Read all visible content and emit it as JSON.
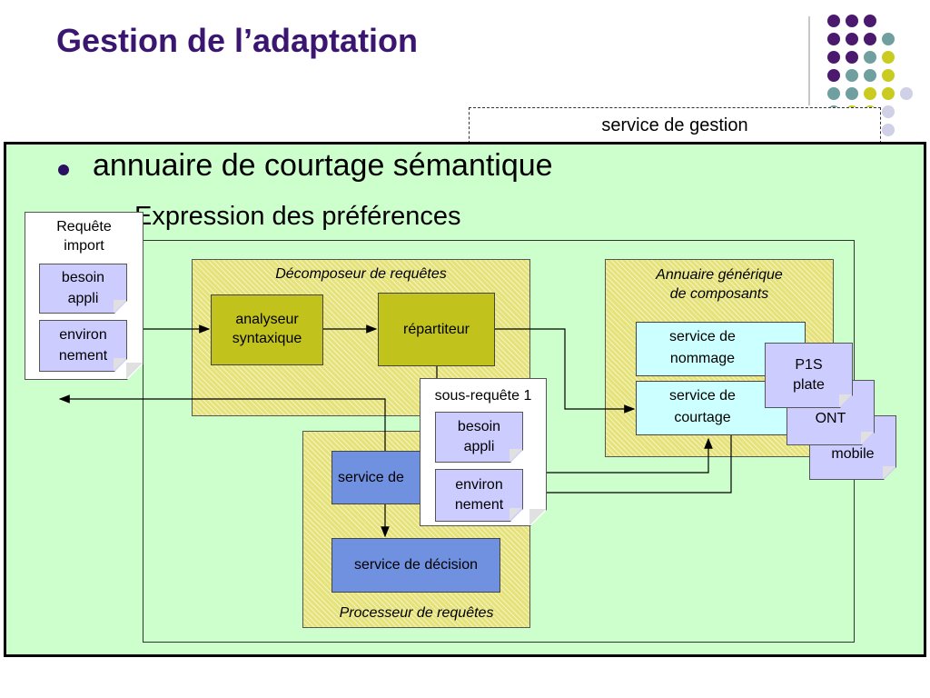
{
  "slide": {
    "title": "Gestion de l’adaptation",
    "service_gestion": "service de gestion",
    "bullet": "annuaire de courtage sémantique",
    "sub_bullet": "Expression des préférences"
  },
  "request_import": {
    "title_line1": "Requête",
    "title_line2": "import",
    "besoin_line1": "besoin",
    "besoin_line2": "appli",
    "env_line1": "environ",
    "env_line2": "nement"
  },
  "decomposer": {
    "label": "Décomposeur de requêtes",
    "analyseur_line1": "analyseur",
    "analyseur_line2": "syntaxique",
    "repartiteur": "répartiteur"
  },
  "annuaire": {
    "label_line1": "Annuaire générique",
    "label_line2": "de composants",
    "nommage_line1": "service de",
    "nommage_line2": "nommage",
    "courtage_line1": "service de",
    "courtage_line2": "courtage"
  },
  "profiles": {
    "p1s_line1": "P1S",
    "p1s_line2": "plate",
    "ont": "ONT",
    "mobile": "mobile"
  },
  "processeur": {
    "label": "Processeur de requêtes",
    "service_partial": "service de",
    "decision": "service de décision"
  },
  "sous_requete": {
    "title": "sous-requête 1",
    "besoin_line1": "besoin",
    "besoin_line2": "appli",
    "env_line1": "environ",
    "env_line2": "nement"
  },
  "colors": {
    "title": "#3b1670",
    "main_bg": "#ccffcc",
    "hatch": "#e6e27a",
    "olive": "#c2c21c",
    "blue": "#7090e0",
    "cyan": "#ccffff",
    "lavender": "#ccccff",
    "dot_purple": "#4b1a6e",
    "dot_teal": "#6f9f9f",
    "dot_yellow": "#c9cc1e",
    "dot_gray": "#d0d0e6"
  }
}
